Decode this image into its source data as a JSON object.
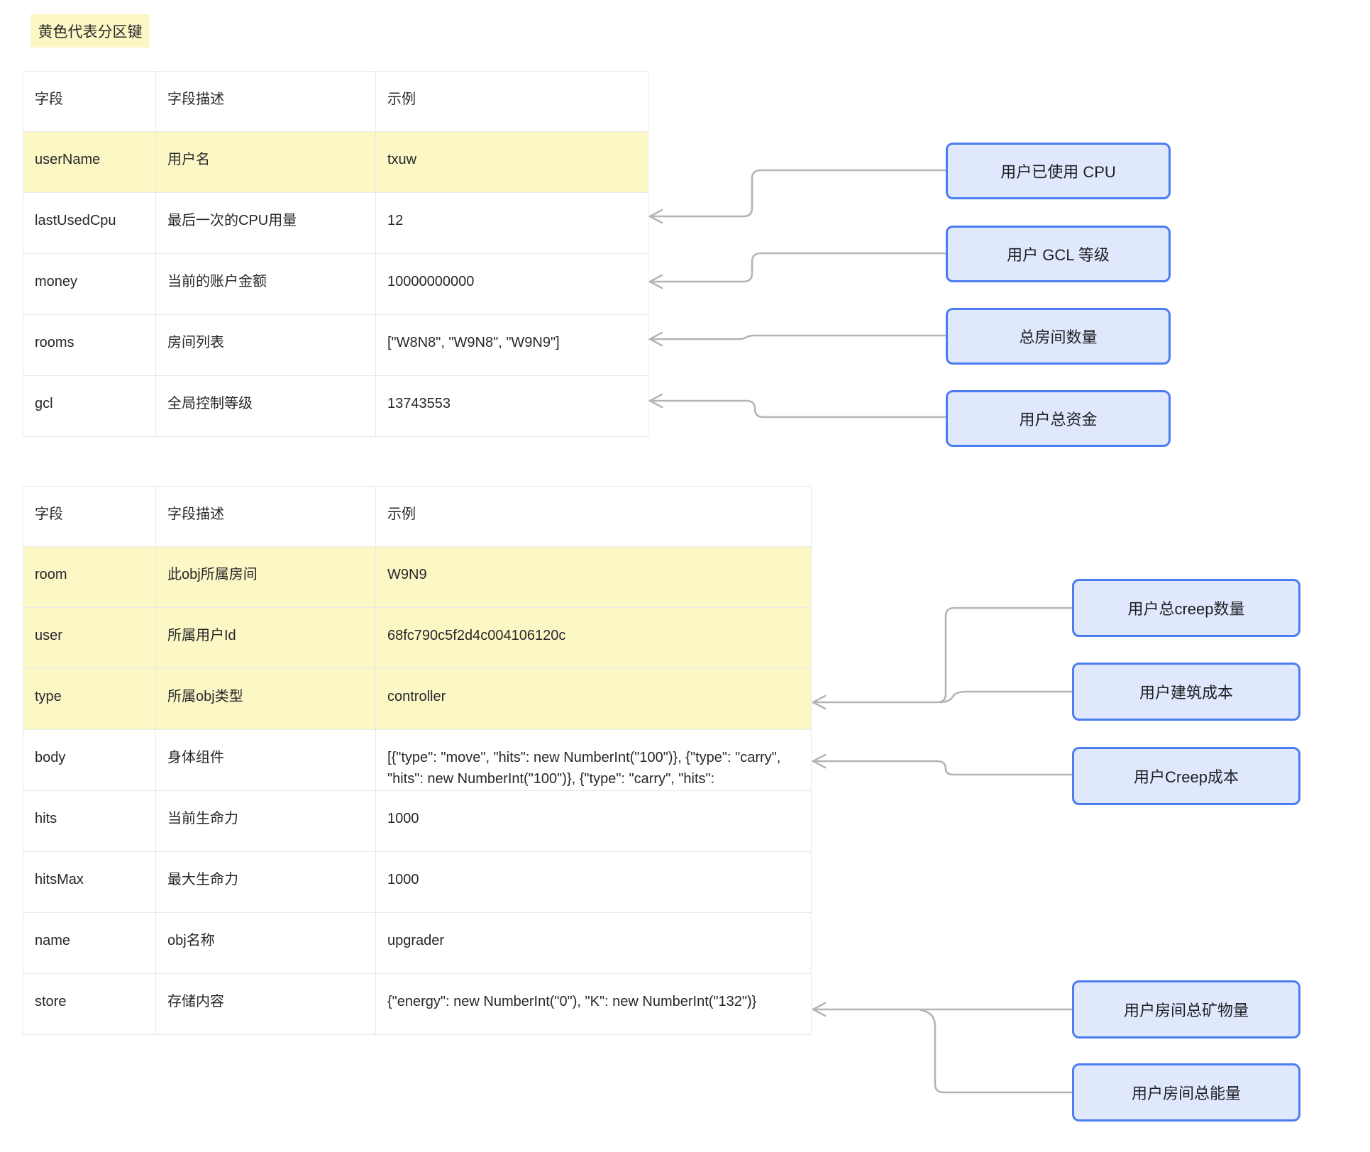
{
  "legend": {
    "label": "黄色代表分区键"
  },
  "colors": {
    "partition_yellow": "#fbf8c6",
    "callout_fill": "#dfe8fd",
    "callout_border": "#4b7cf1",
    "connector_gray": "#b4b4b8",
    "table_border": "#e9e9e9"
  },
  "table1": {
    "headers": [
      "字段",
      "字段描述",
      "示例"
    ],
    "rows": [
      {
        "field": "userName",
        "desc": "用户名",
        "example": "txuw",
        "partition": true
      },
      {
        "field": "lastUsedCpu",
        "desc": "最后一次的CPU用量",
        "example": "12",
        "partition": false
      },
      {
        "field": "money",
        "desc": "当前的账户金额",
        "example": "10000000000",
        "partition": false
      },
      {
        "field": "rooms",
        "desc": "房间列表",
        "example": "[\"W8N8\", \"W9N8\", \"W9N9\"]",
        "partition": false
      },
      {
        "field": "gcl",
        "desc": "全局控制等级",
        "example": "13743553",
        "partition": false
      }
    ]
  },
  "table2": {
    "headers": [
      "字段",
      "字段描述",
      "示例"
    ],
    "rows": [
      {
        "field": "room",
        "desc": "此obj所属房间",
        "example": "W9N9",
        "partition": true
      },
      {
        "field": "user",
        "desc": "所属用户Id",
        "example": "68fc790c5f2d4c004106120c",
        "partition": true
      },
      {
        "field": "type",
        "desc": "所属obj类型",
        "example": "controller",
        "partition": true
      },
      {
        "field": "body",
        "desc": "身体组件",
        "example": "[{\"type\": \"move\", \"hits\": new NumberInt(\"100\")}, {\"type\": \"carry\", \"hits\": new NumberInt(\"100\")}, {\"type\": \"carry\", \"hits\":",
        "partition": false
      },
      {
        "field": "hits",
        "desc": "当前生命力",
        "example": "1000",
        "partition": false
      },
      {
        "field": "hitsMax",
        "desc": "最大生命力",
        "example": "1000",
        "partition": false
      },
      {
        "field": "name",
        "desc": "obj名称",
        "example": "upgrader",
        "partition": false
      },
      {
        "field": "store",
        "desc": "存储内容",
        "example": "{\"energy\": new NumberInt(\"0\"), \"K\": new NumberInt(\"132\")}",
        "partition": false
      }
    ]
  },
  "callouts": {
    "cpu": "用户已使用 CPU",
    "gcl": "用户 GCL 等级",
    "rooms": "总房间数量",
    "money": "用户总资金",
    "creep_count": "用户总creep数量",
    "build_cost": "用户建筑成本",
    "creep_cost": "用户Creep成本",
    "room_mineral": "用户房间总矿物量",
    "room_energy": "用户房间总能量"
  }
}
